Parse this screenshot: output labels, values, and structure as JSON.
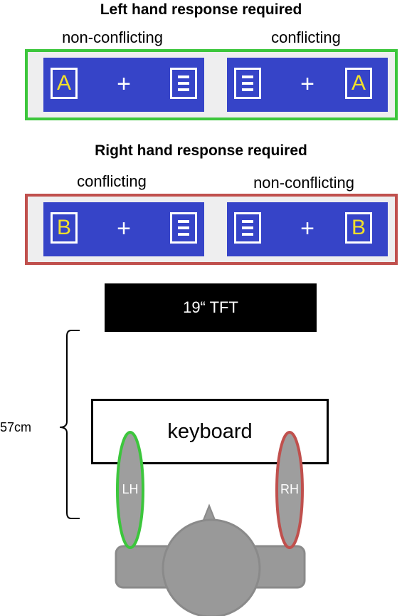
{
  "left_block": {
    "title": "Left hand response required",
    "left_condition": "non-conflicting",
    "right_condition": "conflicting",
    "target_letter": "A",
    "frame_color": "#3cc63c"
  },
  "right_block": {
    "title": "Right hand response required",
    "left_condition": "conflicting",
    "right_condition": "non-conflicting",
    "target_letter": "B",
    "frame_color": "#c0504d"
  },
  "fixation": "+",
  "setup": {
    "monitor_label": "19“ TFT",
    "keyboard_label": "keyboard",
    "distance_label": "57cm",
    "left_hand_label": "LH",
    "right_hand_label": "RH"
  },
  "colors": {
    "panel_blue": "#3644c8",
    "letter_yellow": "#f2e02a",
    "hand_gray": "#9e9e9e",
    "body_gray": "#999999"
  }
}
